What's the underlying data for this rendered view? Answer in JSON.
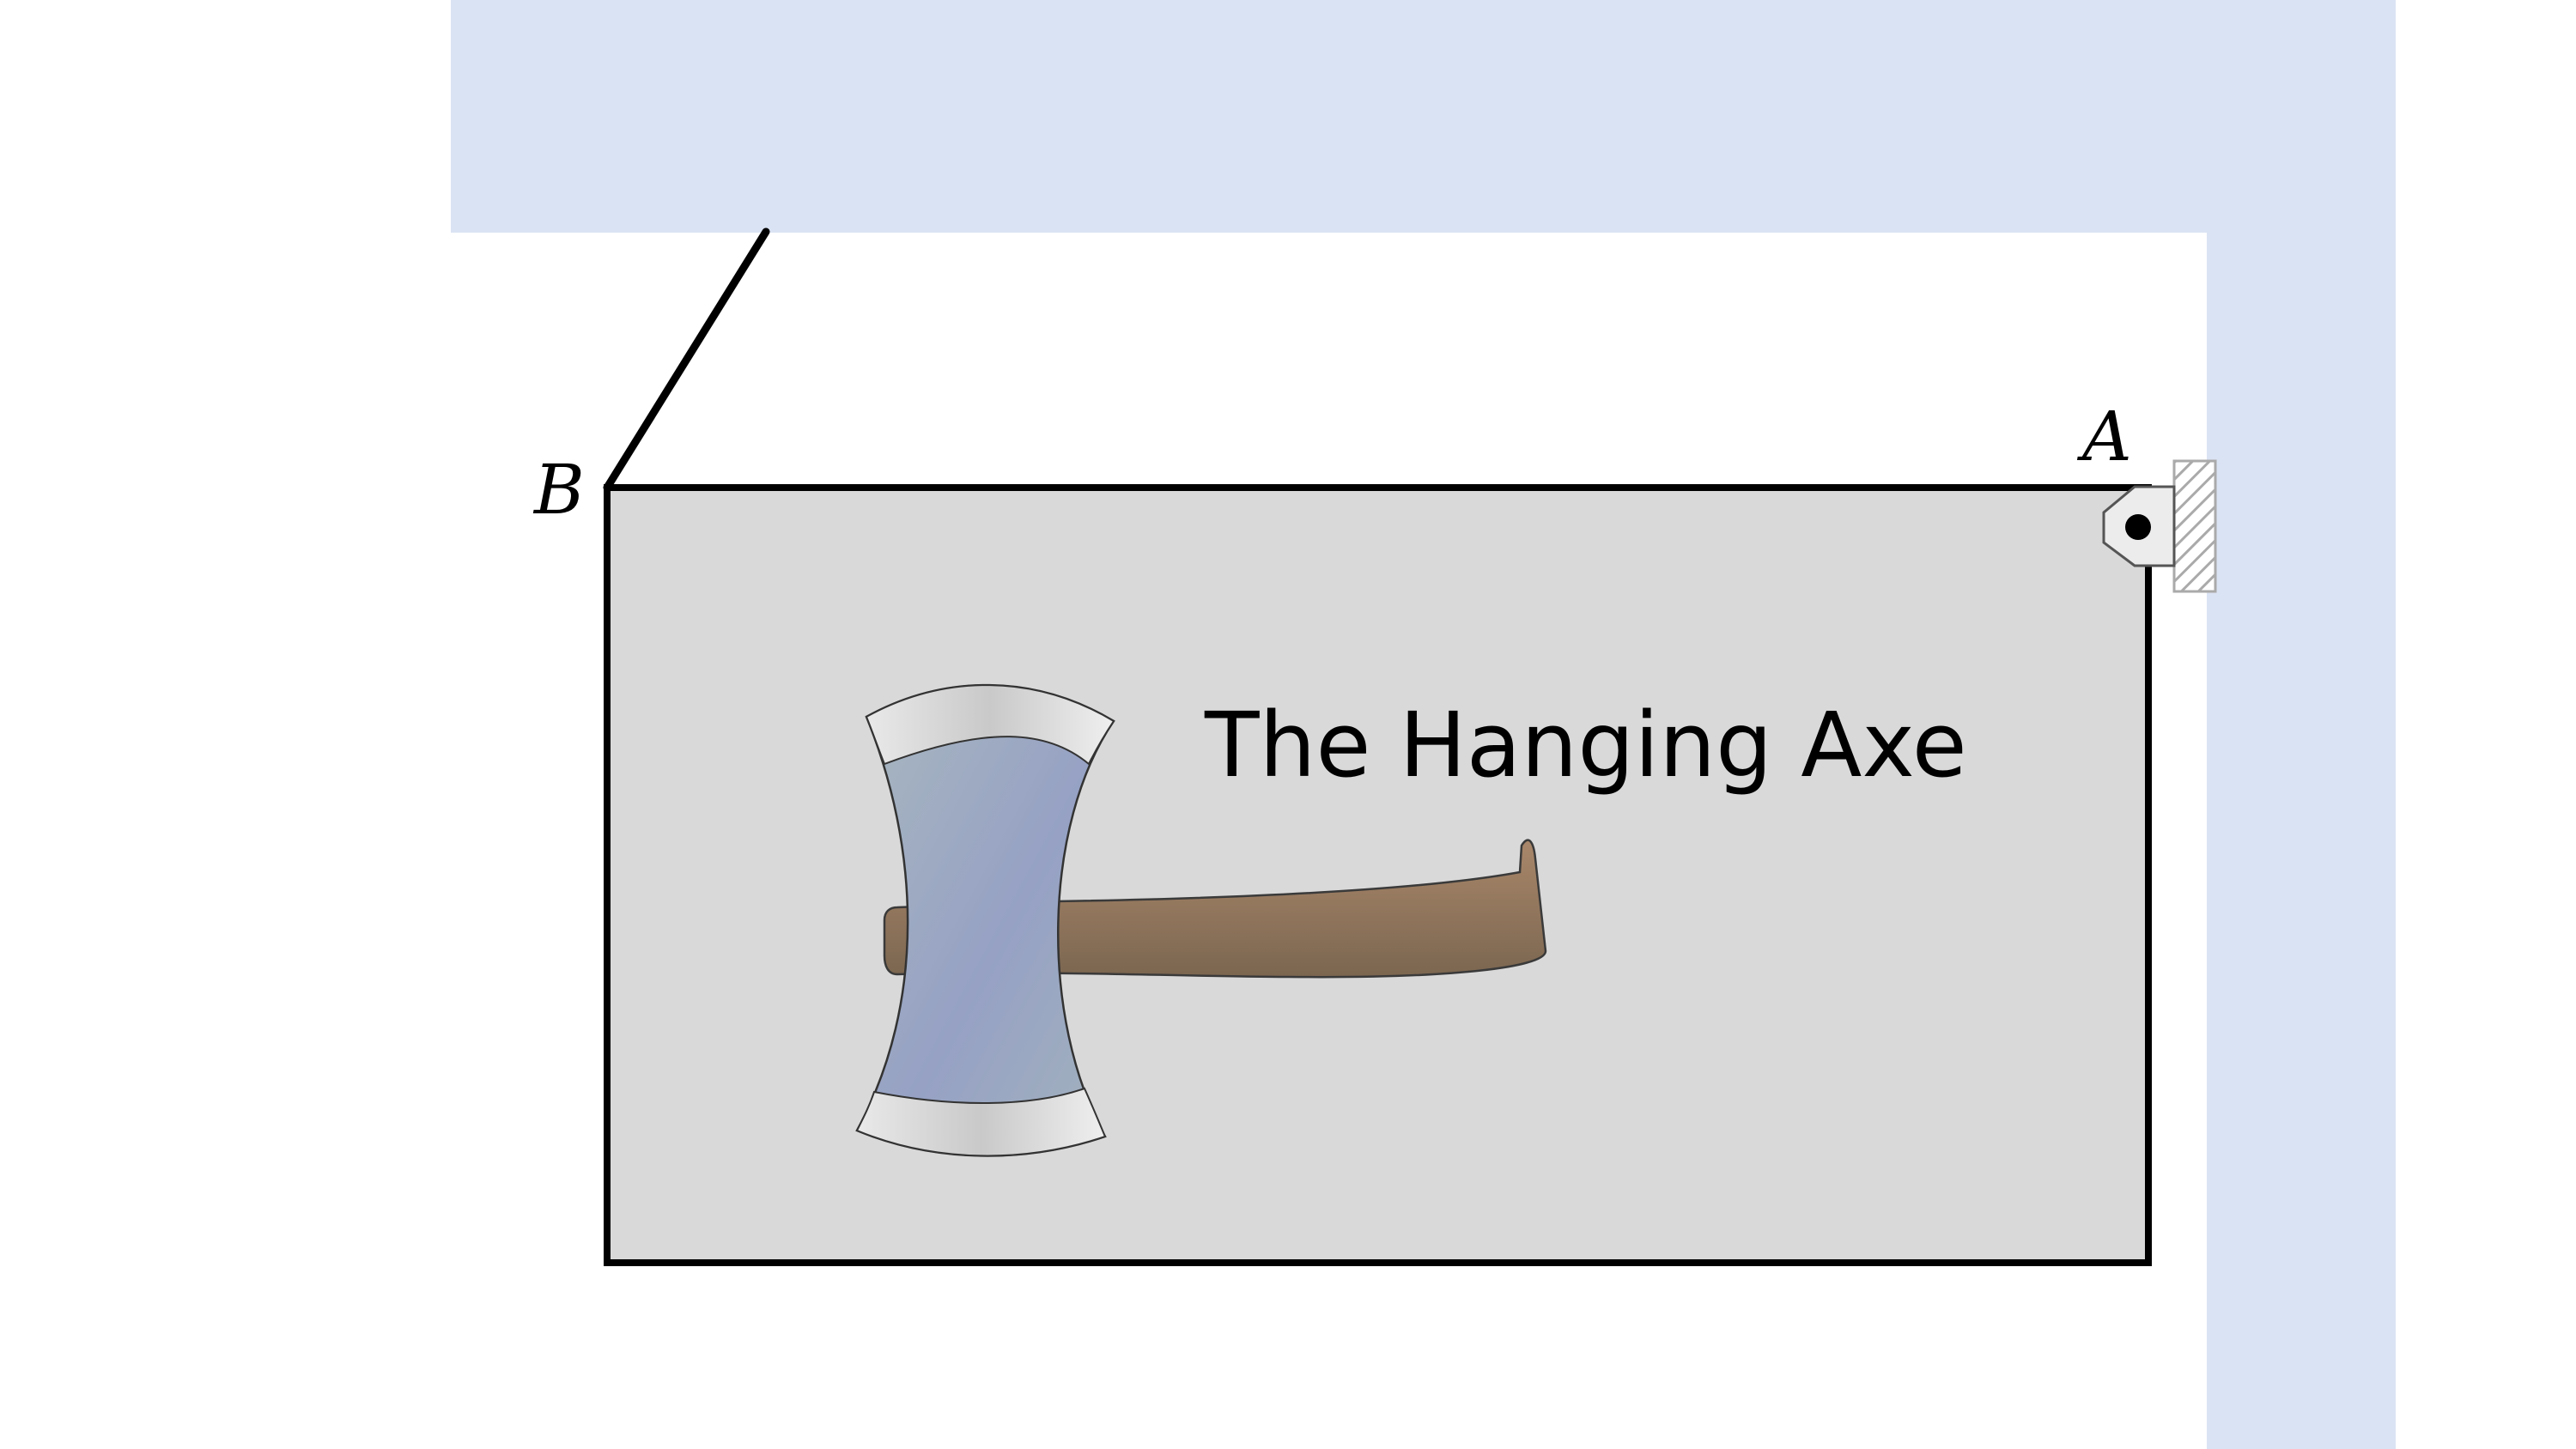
{
  "diagram": {
    "sign_text": "The Hanging Axe",
    "label_a": "A",
    "label_b": "B"
  },
  "colors": {
    "wall": "#dae3f3",
    "sign_fill": "#d9d9d9",
    "outline": "#000000",
    "blade_steel": "#9aa5c4",
    "handle_wood": "#8d6e52",
    "hinge_hatch": "#aaaaaa"
  }
}
